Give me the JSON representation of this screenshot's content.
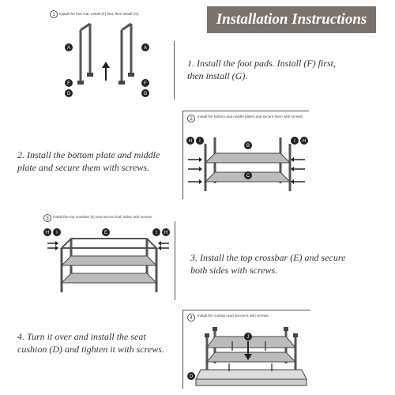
{
  "header": {
    "title": "Installation Instructions"
  },
  "steps": [
    {
      "number": "1",
      "panel_text": "Install the foot mat. Install (F) first, then install (G).",
      "caption": "1. Install the foot pads. Install (F) first, then install (G)."
    },
    {
      "number": "2",
      "panel_text": "Install the bottom and middle plates and secure them with screws.",
      "caption": "2. Install the bottom plate and middle plate and secure them with screws."
    },
    {
      "number": "3",
      "panel_text": "Install the top crossbar (E) and secure both sides with screws.",
      "caption": "3. Install the top crossbar (E) and secure both sides with screws."
    },
    {
      "number": "4",
      "panel_text": "Install the cushion and secure it with screws.",
      "caption": "4. Turn it over and install the seat cushion (D) and tighten it with screws."
    }
  ],
  "part_labels": {
    "A": "A",
    "F": "F",
    "G": "G",
    "B": "B",
    "C": "C",
    "E": "E",
    "H": "H",
    "I": "I",
    "J": "J",
    "D": "D"
  }
}
